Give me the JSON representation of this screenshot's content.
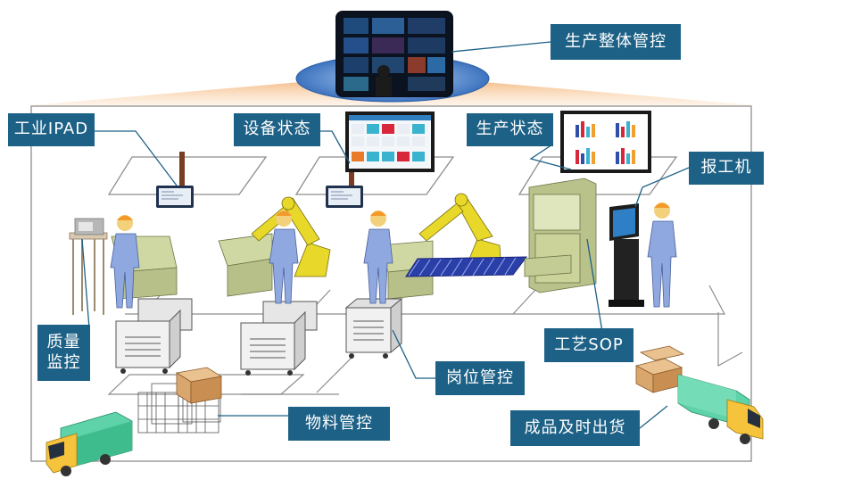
{
  "labels": {
    "overall": "生产整体管控",
    "ipad": "工业IPAD",
    "equipment": "设备状态",
    "production": "生产状态",
    "reporter": "报工机",
    "quality": "质量\n监控",
    "sop": "工艺SOP",
    "station": "岗位管控",
    "material": "物料管控",
    "shipping": "成品及时出货"
  },
  "icons": [
    "dashboard-screen-icon",
    "ipad-icon",
    "status-monitor-icon",
    "chart-monitor-icon",
    "kiosk-icon",
    "robot-arm-icon",
    "worker-icon",
    "cart-icon",
    "truck-icon",
    "box-icon"
  ],
  "colors": {
    "label_bg": "#1d6186",
    "label_text": "#ffffff",
    "worker": "#8fa9e0",
    "helmet": "#f39a2b",
    "robot": "#e7d82a",
    "machine": "#c9d29a",
    "truck_cargo": "#5ed2a8",
    "truck_cab": "#f6c33c"
  }
}
